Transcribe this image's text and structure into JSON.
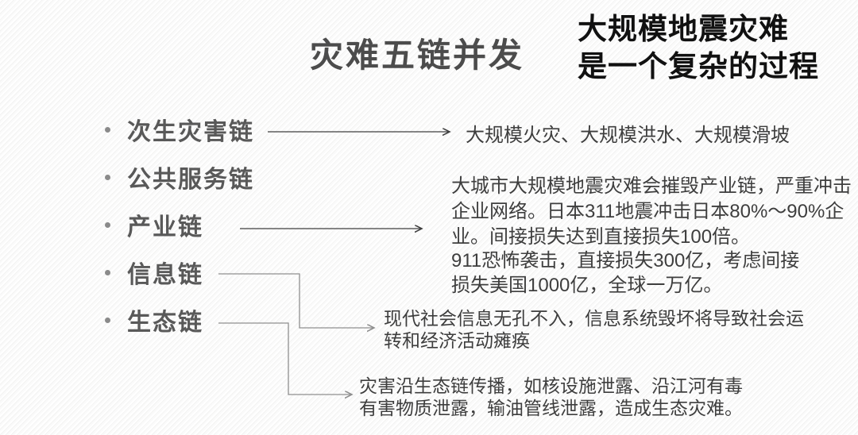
{
  "slide": {
    "title": "灾难五链并发",
    "subtitle_lines": [
      "大规模地震灾难",
      "是一个复杂的过程"
    ]
  },
  "chains": [
    {
      "label": "次生灾害链"
    },
    {
      "label": "公共服务链"
    },
    {
      "label": "产业链"
    },
    {
      "label": "信息链"
    },
    {
      "label": "生态链"
    }
  ],
  "notes": [
    {
      "lines": [
        "大规模火灾、大规模洪水、大规模滑坡"
      ]
    },
    {
      "lines": [
        "大城市大规模地震灾难会摧毁产业链，严重冲击",
        "企业网络。日本311地震冲击日本80%～90%企",
        "业。间接损失达到直接损失100倍。"
      ]
    },
    {
      "lines": [
        "911恐怖袭击，直接损失300亿，考虑间接",
        "损失美国1000亿，全球一万亿。"
      ]
    },
    {
      "lines": [
        "现代社会信息无孔不入，信息系统毁坏将导致社会运",
        "转和经济活动瘫痪"
      ]
    },
    {
      "lines": [
        "灾害沿生态链传播，如核设施泄露、沿江河有毒",
        "有害物质泄露，输油管线泄露，造成生态灾难。"
      ]
    }
  ],
  "connections": [
    {
      "from_chain": 0,
      "to_note": 0,
      "style": "straight-arrow"
    },
    {
      "from_chain": 2,
      "to_note": 1,
      "style": "straight-arrow"
    },
    {
      "from_chain": 3,
      "to_note": 3,
      "style": "elbow-arrow"
    },
    {
      "from_chain": 4,
      "to_note": 4,
      "style": "elbow-arrow"
    }
  ],
  "colors": {
    "background": "#fdfdfd",
    "title_gray": "#4c4c4c",
    "heading_black": "#111111",
    "list_gray": "#595959",
    "body_gray": "#3e3e3e",
    "straight_arrow": "#3f3f3f",
    "elbow_arrow": "#8f8f8f"
  }
}
